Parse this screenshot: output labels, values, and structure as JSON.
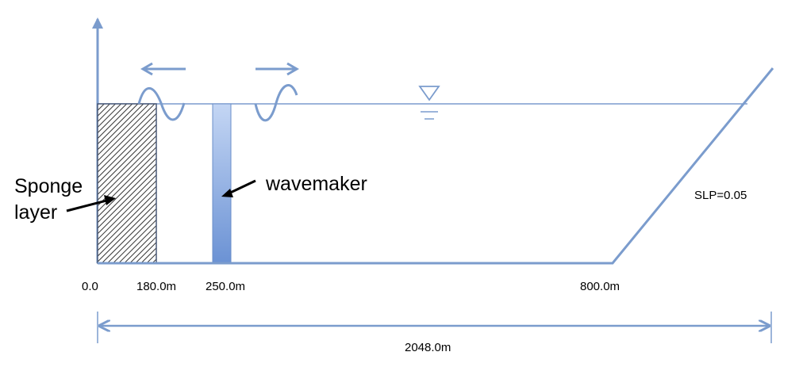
{
  "labels": {
    "sponge_line1": "Sponge",
    "sponge_line2": "layer",
    "wavemaker": "wavemaker",
    "slope": "SLP=0.05",
    "x_0": "0.0",
    "x_180": "180.0m",
    "x_250": "250.0m",
    "x_800": "800.0m",
    "total_length": "2048.0m"
  },
  "colors": {
    "line": "#7b9ccd",
    "wavemaker_top": "#c4d6f4",
    "wavemaker_bottom": "#6b92d4",
    "hatch": "#333333"
  },
  "icons": {
    "water_level": "inverted-triangle-water-level-icon",
    "left_arrow": "arrow-left-icon",
    "right_arrow": "arrow-right-icon"
  }
}
